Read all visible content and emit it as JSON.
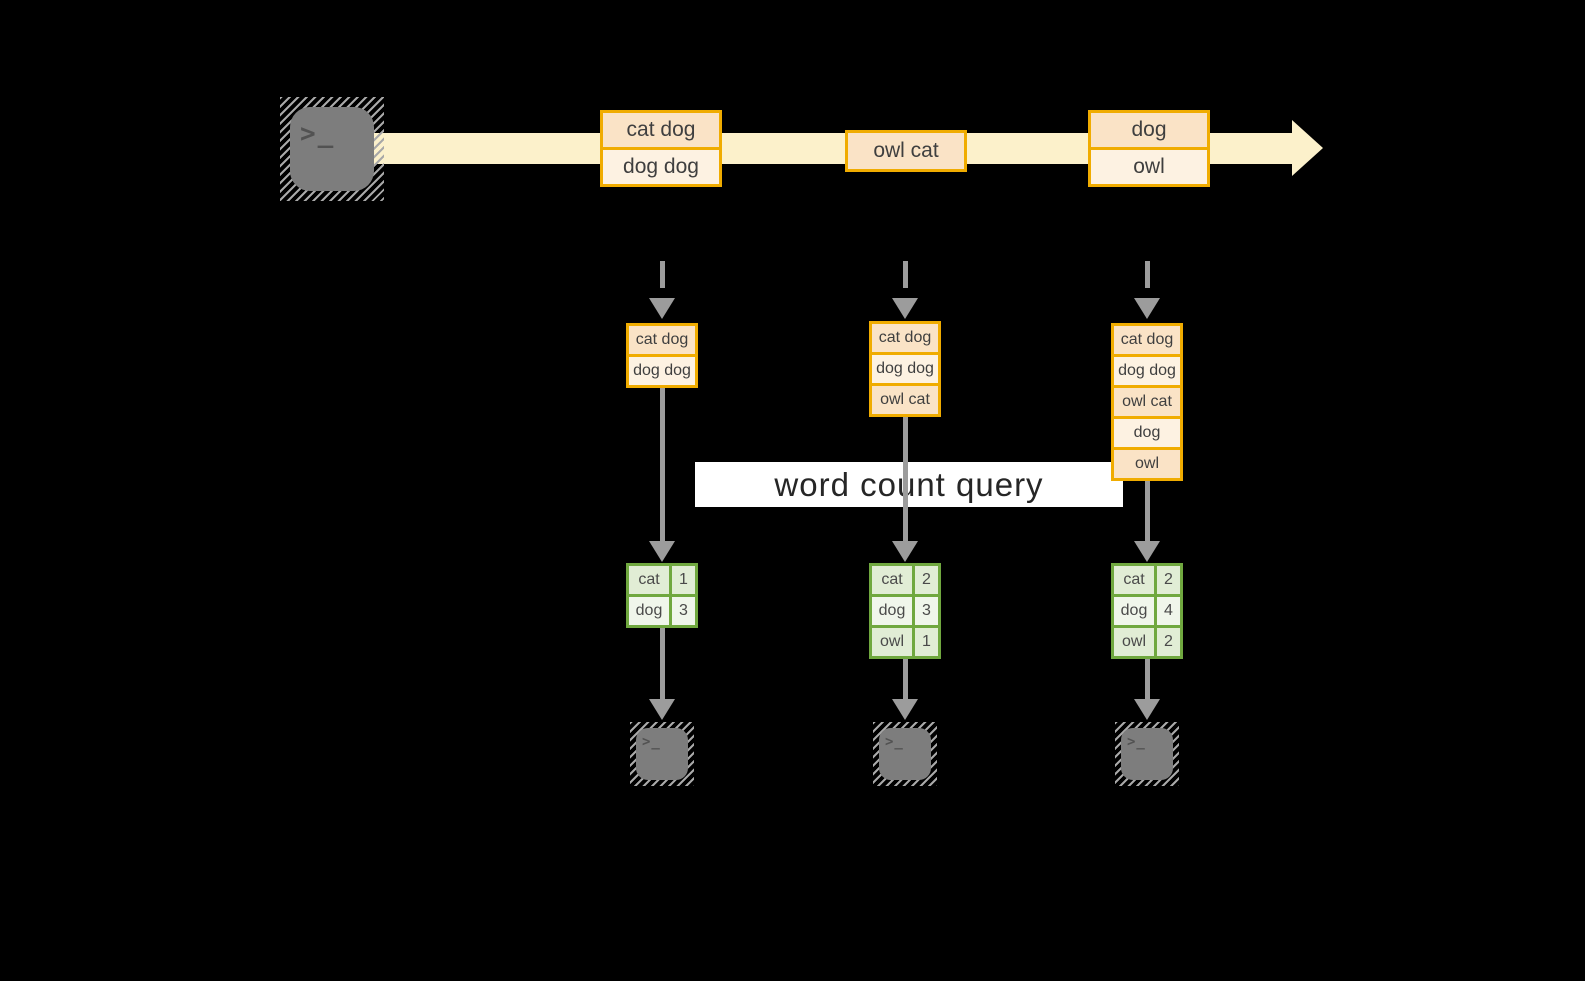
{
  "query_label": "word count query",
  "terminal_glyph": ">_",
  "stream": {
    "batches": [
      {
        "rows": [
          "cat dog",
          "dog dog"
        ]
      },
      {
        "rows": [
          "owl cat"
        ]
      },
      {
        "rows": [
          "dog",
          "owl"
        ]
      }
    ]
  },
  "columns": [
    {
      "buffered_rows": [
        "cat dog",
        "dog dog"
      ],
      "word_counts": [
        {
          "word": "cat",
          "count": "1"
        },
        {
          "word": "dog",
          "count": "3"
        }
      ]
    },
    {
      "buffered_rows": [
        "cat dog",
        "dog dog",
        "owl cat"
      ],
      "word_counts": [
        {
          "word": "cat",
          "count": "2"
        },
        {
          "word": "dog",
          "count": "3"
        },
        {
          "word": "owl",
          "count": "1"
        }
      ]
    },
    {
      "buffered_rows": [
        "cat dog",
        "dog dog",
        "owl cat",
        "dog",
        "owl"
      ],
      "word_counts": [
        {
          "word": "cat",
          "count": "2"
        },
        {
          "word": "dog",
          "count": "4"
        },
        {
          "word": "owl",
          "count": "2"
        }
      ]
    }
  ],
  "colors": {
    "background": "#000000",
    "stream_band": "#fcf1cb",
    "box_border": "#f0ac00",
    "box_fill_dark": "#fae3c6",
    "box_fill_light": "#fdf2e2",
    "table_border": "#70a83f",
    "table_fill_dark": "#e1edd5",
    "table_fill_light": "#f0f6eb",
    "arrow_gray": "#9c9c9c",
    "terminal_gray": "#7d7d7d"
  }
}
